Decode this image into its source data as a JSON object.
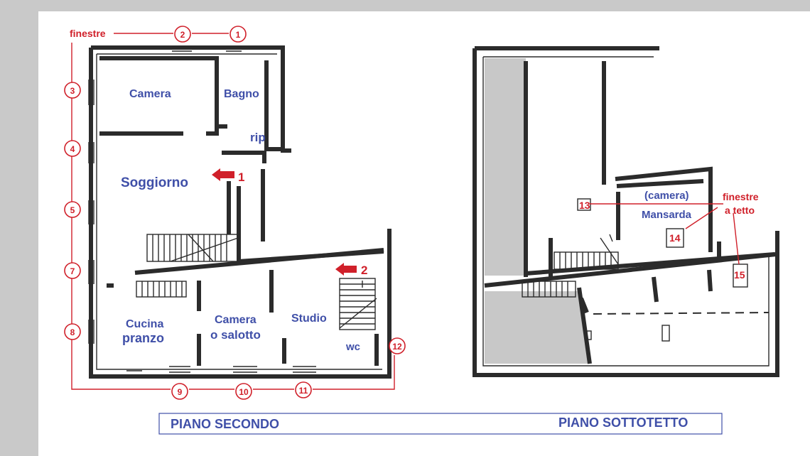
{
  "colors": {
    "background": "#c9c9c9",
    "sheet": "#ffffff",
    "room_label": "#3f4fa8",
    "marker": "#d0202a",
    "wall": "#2b2b2b",
    "shaded_area": "#c8c8c8"
  },
  "left_plan": {
    "windows_label": "finestre",
    "window_numbers": [
      "1",
      "2",
      "3",
      "4",
      "5",
      "7",
      "8",
      "9",
      "10",
      "11",
      "12"
    ],
    "rooms": {
      "camera": "Camera",
      "bagno": "Bagno",
      "rip": "rip",
      "soggiorno": "Soggiorno",
      "cucina_line1": "Cucina",
      "cucina_line2": "pranzo",
      "camera_salotto_line1": "Camera",
      "camera_salotto_line2": "o salotto",
      "studio": "Studio",
      "wc": "wc"
    },
    "arrow_labels": [
      "1",
      "2"
    ],
    "title": "PIANO SECONDO"
  },
  "right_plan": {
    "rooms": {
      "camera_parens": "(camera)",
      "mansarda": "Mansarda"
    },
    "roof_windows_label_line1": "finestre",
    "roof_windows_label_line2": "a tetto",
    "window_numbers": [
      "13",
      "14",
      "15"
    ],
    "title": "PIANO SOTTOTETTO"
  }
}
